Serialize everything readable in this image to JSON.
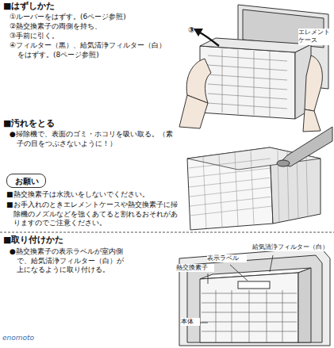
{
  "diagram": {
    "nodes": [
      {
        "text": [
          "お願い"
        ]
      }
    ],
    "labels": [
      "■はずしかた",
      "①ルーバーをはずす。(6ページ参照)",
      "②熱交換素子の両側を持ち、",
      "③手前に引く。",
      "④フィルター（黒）、給気清浄フィルター（白）をはずす。(8ページ参照)",
      "③",
      "エレメントケース",
      "■汚れをとる",
      "●掃除機で、表面のゴミ・ホコリを吸い取る。（素子の目をつぶさないように！）",
      "■熱交換素子は水洗いをしないでください。",
      "■お手入れのときエレメントケースや熱交換素子に掃除機のノズルなどを強くあてると割れるおそれがありますのでご注意ください。",
      "■取り付けかた",
      "●熱交換素子の表示ラベルが室内側で、給気清浄フィルター（白）が上になるように取り付ける。",
      "給気清浄フィルター（白）",
      "表示ラベル",
      "熱交換素子",
      "本体",
      "enomoto"
    ]
  }
}
